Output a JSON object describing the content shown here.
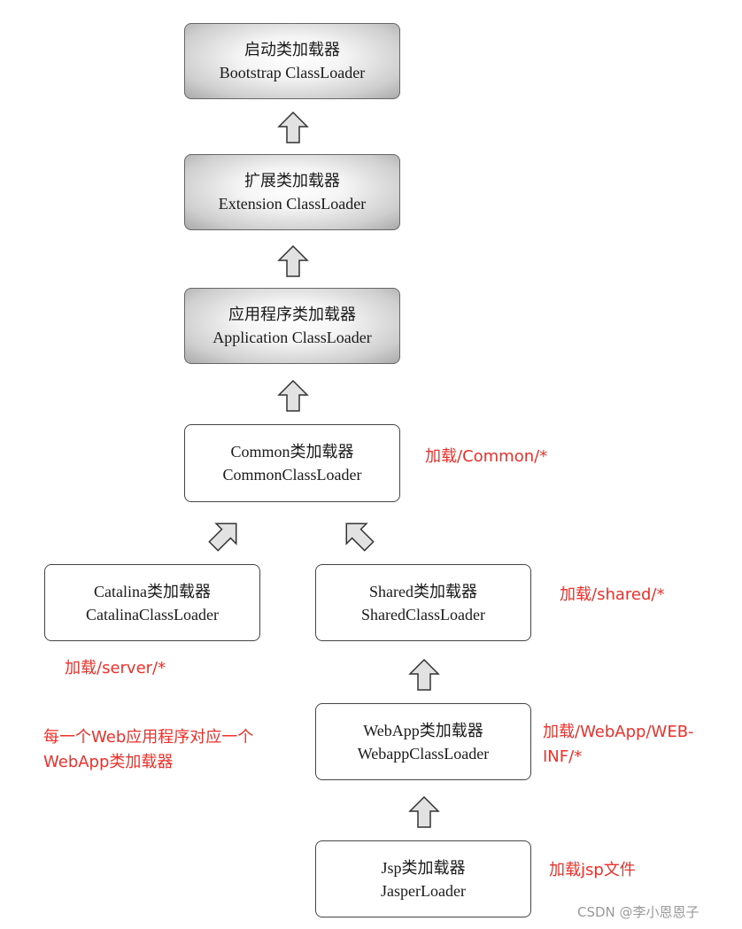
{
  "loaders": {
    "bootstrap": {
      "name_cn": "启动类加载器",
      "name_en": "Bootstrap ClassLoader"
    },
    "extension": {
      "name_cn": "扩展类加载器",
      "name_en": "Extension ClassLoader"
    },
    "application": {
      "name_cn": "应用程序类加载器",
      "name_en": "Application ClassLoader"
    },
    "common": {
      "name_cn": "Common类加载器",
      "name_en": "CommonClassLoader"
    },
    "catalina": {
      "name_cn": "Catalina类加载器",
      "name_en": "CatalinaClassLoader"
    },
    "shared": {
      "name_cn": "Shared类加载器",
      "name_en": "SharedClassLoader"
    },
    "webapp": {
      "name_cn": "WebApp类加载器",
      "name_en": "WebappClassLoader"
    },
    "jsp": {
      "name_cn": "Jsp类加载器",
      "name_en": "JasperLoader"
    }
  },
  "notes": {
    "common": "加载/Common/*",
    "shared": "加载/shared/*",
    "server": "加载/server/*",
    "webapp_line1": "加载/WebApp/WEB-",
    "webapp_line2": "INF/*",
    "jsp": "加载jsp文件",
    "per_webapp_line1": "每一个Web应用程序对应一个",
    "per_webapp_line2": "WebApp类加载器"
  },
  "watermark": "CSDN @李小恩恩子",
  "colors": {
    "note": "#f0302a",
    "border": "#444444",
    "arrow_fill": "#d0d0d0"
  }
}
